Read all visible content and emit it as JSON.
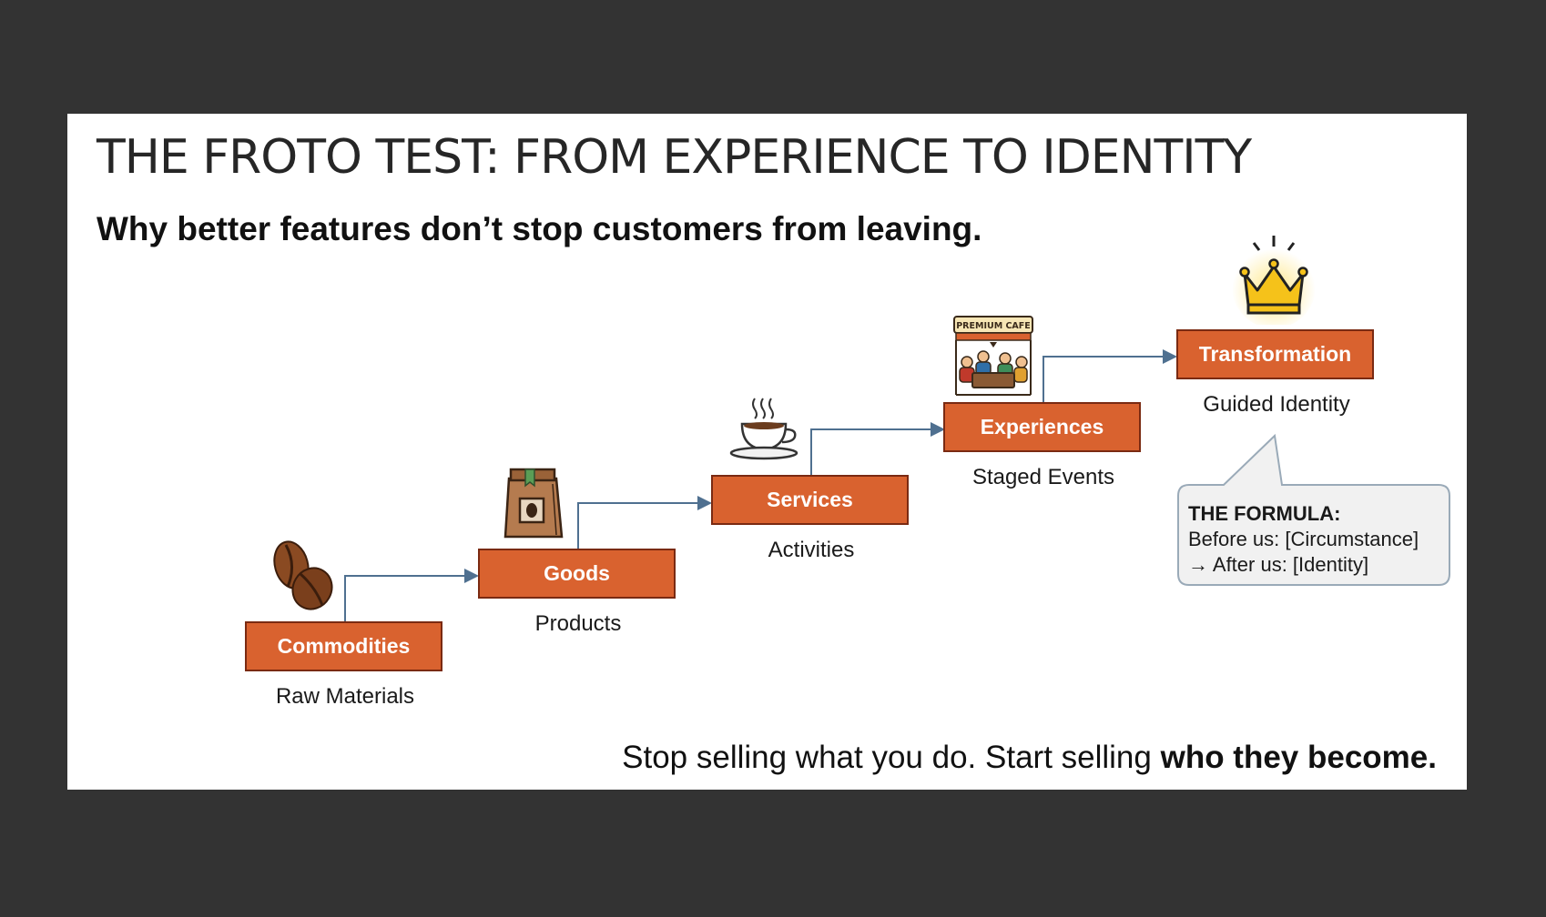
{
  "slide": {
    "title": "THE FROTO TEST: FROM EXPERIENCE TO IDENTITY",
    "subtitle": "Why better features don’t stop customers from leaving."
  },
  "stages": [
    {
      "label": "Commodities",
      "sublabel": "Raw Materials",
      "icon": "coffee-beans-icon"
    },
    {
      "label": "Goods",
      "sublabel": "Products",
      "icon": "coffee-bag-icon"
    },
    {
      "label": "Services",
      "sublabel": "Activities",
      "icon": "coffee-cup-icon"
    },
    {
      "label": "Experiences",
      "sublabel": "Staged Events",
      "icon": "cafe-scene-icon"
    },
    {
      "label": "Transformation",
      "sublabel": "Guided Identity",
      "icon": "crown-icon"
    }
  ],
  "cafe_sign": "PREMIUM CAFE",
  "callout": {
    "heading": "THE FORMULA:",
    "line1": "Before us: [Circumstance]",
    "line2": "→ After us: [Identity]"
  },
  "tagline": {
    "regular": "Stop selling what you do. Start selling ",
    "bold": "who they become."
  },
  "colors": {
    "stage_fill": "#d9622f",
    "stage_border": "#7a2a12",
    "connector": "#4f7090",
    "frame": "#333333"
  }
}
